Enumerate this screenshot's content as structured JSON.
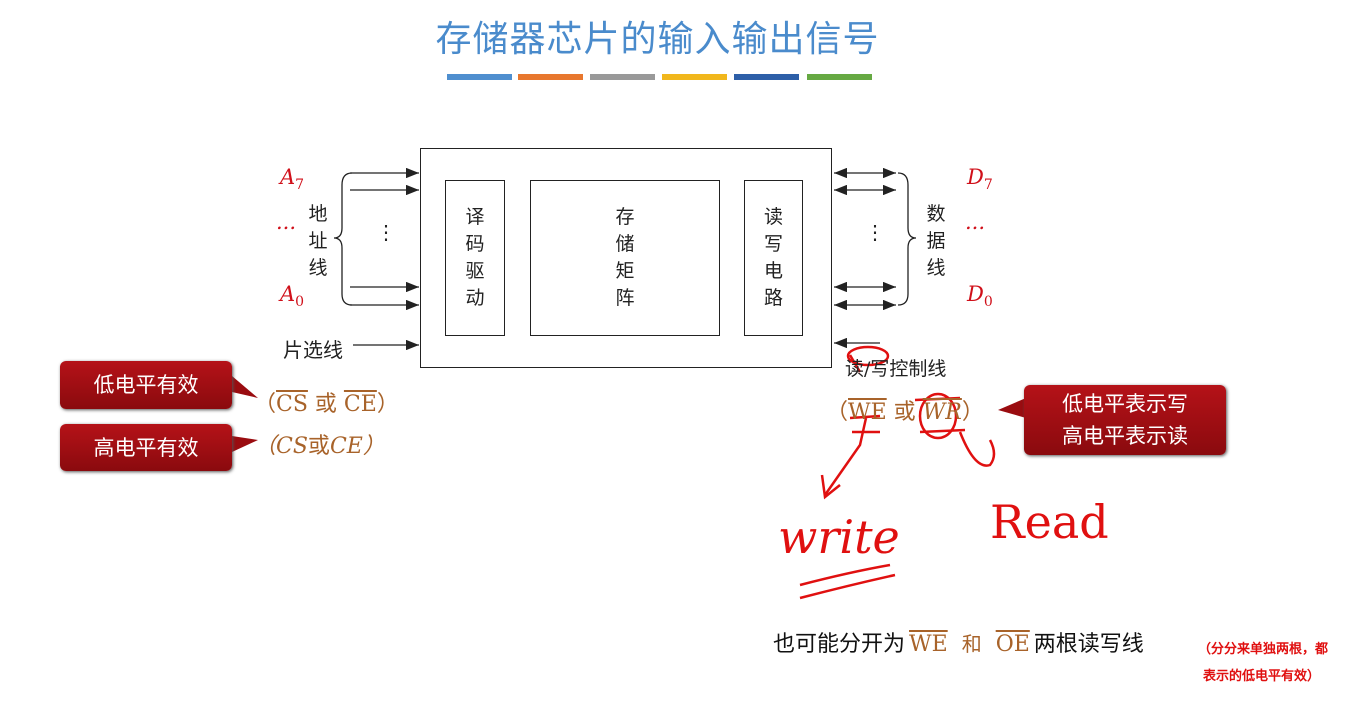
{
  "title": "存储器芯片的输入输出信号",
  "color_bars": [
    "#4f8fcf",
    "#e8772e",
    "#999999",
    "#f1b71c",
    "#2d5fa8",
    "#66a943"
  ],
  "diagram": {
    "blocks": [
      "译码驱动",
      "存储矩阵",
      "读写电路"
    ],
    "address": {
      "label": "地址线",
      "top": "A",
      "top_sub": "7",
      "bottom": "A",
      "bottom_sub": "0",
      "ellipsis": "...",
      "dots": "⋮"
    },
    "data": {
      "label": "数据线",
      "top": "D",
      "top_sub": "7",
      "bottom": "D",
      "bottom_sub": "0",
      "ellipsis": "...",
      "dots": "⋮"
    },
    "chip_select": "片选线",
    "rw_control": "读/写控制线"
  },
  "left": {
    "callout_low": "低电平有效",
    "callout_high": "高电平有效",
    "low_signals": {
      "open": "（",
      "a": "CS",
      "or": " 或 ",
      "b": "CE",
      "close": "）"
    },
    "high_signals": {
      "open": "（",
      "a": "CS",
      "or": "或",
      "b": "CE",
      "close": "）"
    }
  },
  "right": {
    "signals": {
      "open": "（",
      "a": "WE",
      "or": " 或 ",
      "b": "WR",
      "close": "）"
    },
    "callout_line1": "低电平表示写",
    "callout_line2": "高电平表示读",
    "hand_write": "write",
    "hand_read": "Read"
  },
  "bottom": {
    "text1": "也可能分开为",
    "we": "WE",
    "and": "和",
    "oe": "OE",
    "text2": "两根读写线",
    "note1": "（分分来单独两根，都",
    "note2": "表示的低电平有效）"
  }
}
